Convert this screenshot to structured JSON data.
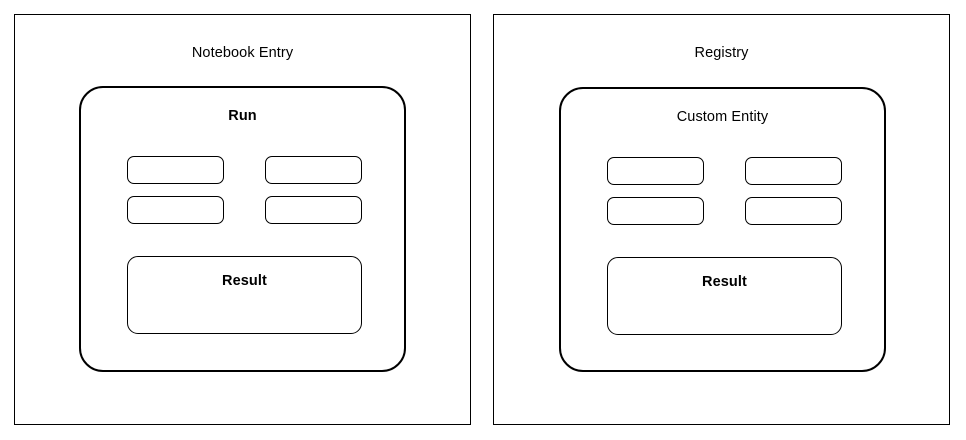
{
  "diagram": {
    "type": "two-panel-block-diagram",
    "background_color": "#ffffff",
    "stroke_color": "#000000",
    "panels": [
      {
        "id": "notebook-entry",
        "title": "Notebook Entry",
        "title_bold": false,
        "group": {
          "title": "Run",
          "title_bold": true,
          "fields": [
            {
              "id": "field-1",
              "label": ""
            },
            {
              "id": "field-2",
              "label": ""
            },
            {
              "id": "field-3",
              "label": ""
            },
            {
              "id": "field-4",
              "label": ""
            }
          ],
          "result": {
            "title": "Result",
            "title_bold": true,
            "body": ""
          }
        }
      },
      {
        "id": "registry",
        "title": "Registry",
        "title_bold": false,
        "group": {
          "title": "Custom Entity",
          "title_bold": false,
          "fields": [
            {
              "id": "field-1",
              "label": ""
            },
            {
              "id": "field-2",
              "label": ""
            },
            {
              "id": "field-3",
              "label": ""
            },
            {
              "id": "field-4",
              "label": ""
            }
          ],
          "result": {
            "title": "Result",
            "title_bold": true,
            "body": ""
          }
        }
      }
    ]
  }
}
